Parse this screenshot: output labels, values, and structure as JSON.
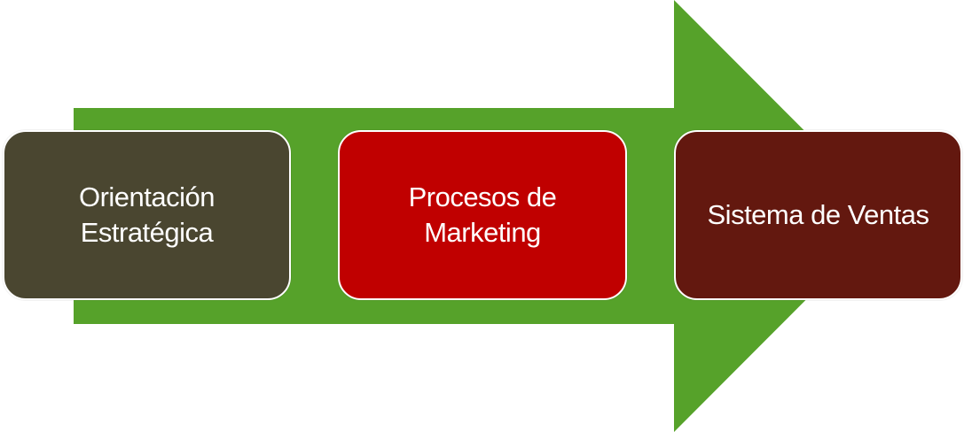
{
  "diagram": {
    "arrow_color": "#56a22a",
    "steps": [
      {
        "label_line1": "Orientación",
        "label_line2": "Estratégica",
        "color": "#4a4630"
      },
      {
        "label_line1": "Procesos de",
        "label_line2": "Marketing",
        "color": "#c00000"
      },
      {
        "label_line1": "Sistema de Ventas",
        "label_line2": "",
        "color": "#63180f"
      }
    ]
  }
}
